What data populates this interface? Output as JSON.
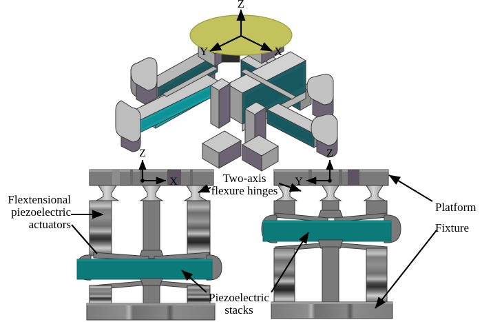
{
  "figure": {
    "title": "Three-DOF flexure-based piezoelectric positioning stage",
    "colors": {
      "pzt_stack": "#0d7a7a",
      "pzt_stack_dark": "#0b6a6a",
      "pzt_stack_3d": "#13868b",
      "platform_olive": "#c2c35c",
      "platform_olive_edge": "#9a9b42",
      "metal_light": "#c9c9c9",
      "metal_mid": "#9b9b9b",
      "metal_body": "#7a7a7a",
      "metal_dark": "#5d5d5d",
      "metal_shadow": "#6b6270",
      "metal_purple": "#6d6473",
      "outline": "#3a3a3a",
      "leader": "#000000",
      "background": "#ffffff"
    },
    "views": {
      "iso": {
        "name": "isometric-3d-view",
        "axes": {
          "z": "Z",
          "x": "X",
          "y": "Y"
        }
      },
      "front": {
        "name": "front-section-view-xz",
        "axes": {
          "z": "Z",
          "horizontal": "X"
        }
      },
      "side": {
        "name": "side-section-view-yz",
        "axes": {
          "z": "Z",
          "horizontal": "Y"
        }
      }
    },
    "annotations": [
      {
        "id": "flextensional",
        "text": "Flextensional\npiezoelectric\nactuators",
        "align": "right"
      },
      {
        "id": "two_axis_hinge",
        "text": "Two-axis\nflexure hinges",
        "align": "center"
      },
      {
        "id": "platform",
        "text": "Platform",
        "align": "left"
      },
      {
        "id": "fixture",
        "text": "Fixture",
        "align": "left"
      },
      {
        "id": "pzt_stacks",
        "text": "Piezoelectric\nstacks",
        "align": "center"
      }
    ]
  }
}
